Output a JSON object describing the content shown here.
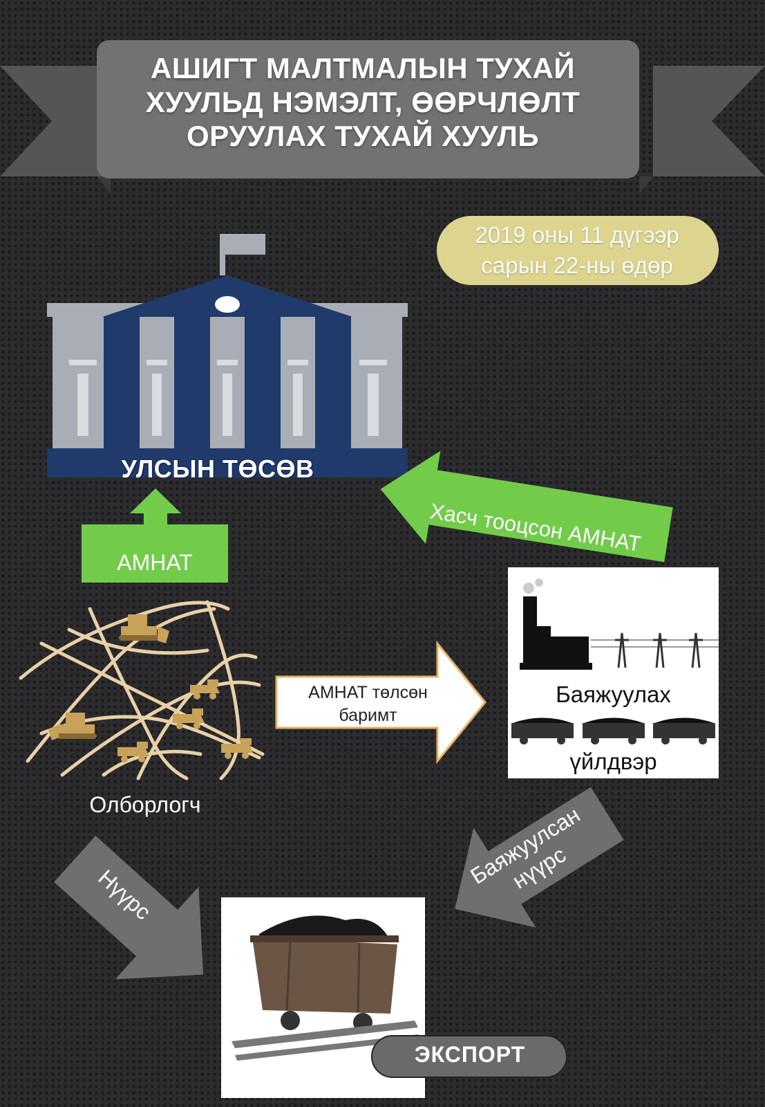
{
  "title": {
    "line1": "АШИГТ МАЛТМАЛЫН ТУХАЙ",
    "line2": "ХУУЛЬД НЭМЭЛТ, ӨӨРЧЛӨЛТ",
    "line3": "ОРУУЛАХ ТУХАЙ ХУУЛЬ"
  },
  "date": {
    "line1": "2019 оны 11 дүгээр",
    "line2": "сарын 22-ны өдөр"
  },
  "nodes": {
    "budget": "УЛСЫН ТӨСӨВ",
    "miner": "Олборлогч",
    "plant_line1": "Баяжуулах",
    "plant_line2": "үйлдвэр",
    "export": "ЭКСПОРТ"
  },
  "arrows": {
    "amnat": "АМНАТ",
    "deducted_amnat": "Хасч тооцсон АМНАТ",
    "receipt_line1": "АМНАТ төлсөн",
    "receipt_line2": "баримт",
    "coal": "Нүүрс",
    "processed_coal_line1": "Баяжуулсан",
    "processed_coal_line2": "нүүрс"
  },
  "colors": {
    "background": "#2b2b2d",
    "banner": "#707070",
    "date_pill": "#ddd58f",
    "green": "#72cc4a",
    "navy": "#1f3a6b",
    "building_grey": "#a9aeb6",
    "gray_arrow": "#6f6f6f",
    "coal_gold": "#c9a25a",
    "road": "#e8d0a8"
  },
  "icons": [
    "government-building-icon",
    "mine-roads-icon",
    "factory-icon",
    "coal-wagon-icon",
    "coal-cart-icon"
  ]
}
